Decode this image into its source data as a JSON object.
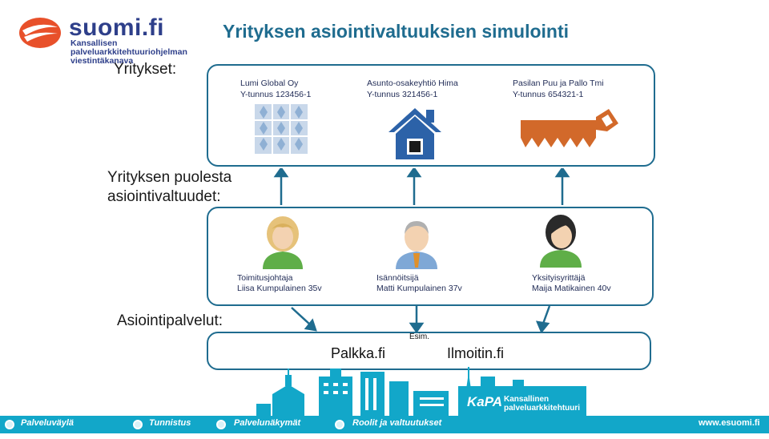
{
  "logo": {
    "title": "suomi.fi",
    "subtitle": "Kansallisen palveluarkkitehtuuriohjelman viestintäkanava"
  },
  "page_title": "Yrityksen asiointivaltuuksien simulointi",
  "labels": {
    "companies": "Yritykset:",
    "mandates_line1": "Yrityksen puolesta",
    "mandates_line2": "asiointivaltuudet:",
    "services": "Asiointipalvelut:"
  },
  "companies": [
    {
      "name": "Lumi Global Oy",
      "id": "Y-tunnus 123456-1",
      "icon": "snowflake-pattern-icon"
    },
    {
      "name": "Asunto-osakeyhtiö Hima",
      "id": "Y-tunnus 321456-1",
      "icon": "house-icon"
    },
    {
      "name": "Pasilan Puu ja Pallo Tmi",
      "id": "Y-tunnus 654321-1",
      "icon": "saw-icon"
    }
  ],
  "people": [
    {
      "role": "Toimitusjohtaja",
      "name": "Liisa Kumpulainen 35v",
      "icon": "woman-blonde-avatar-icon"
    },
    {
      "role": "Isännöitsijä",
      "name": "Matti Kumpulainen 37v",
      "icon": "man-grey-hair-avatar-icon"
    },
    {
      "role": "Yksityisyrittäjä",
      "name": "Maija Matikainen 40v",
      "icon": "woman-dark-hair-avatar-icon"
    }
  ],
  "services": {
    "left": "Palkka.fi",
    "example": "Esim.",
    "right": "Ilmoitin.fi"
  },
  "kapa": {
    "brand": "KaPA",
    "line1": "Kansallinen",
    "line2": "palveluarkkitehtuuri"
  },
  "footer": {
    "items": [
      "Palveluväylä",
      "Tunnistus",
      "Palvelunäkymät",
      "Roolit ja valtuutukset"
    ],
    "url": "www.esuomi.fi"
  },
  "colors": {
    "accent": "#1f6c8f",
    "footer": "#12a7c9",
    "saw": "#d2692a",
    "house": "#2c62a8"
  }
}
